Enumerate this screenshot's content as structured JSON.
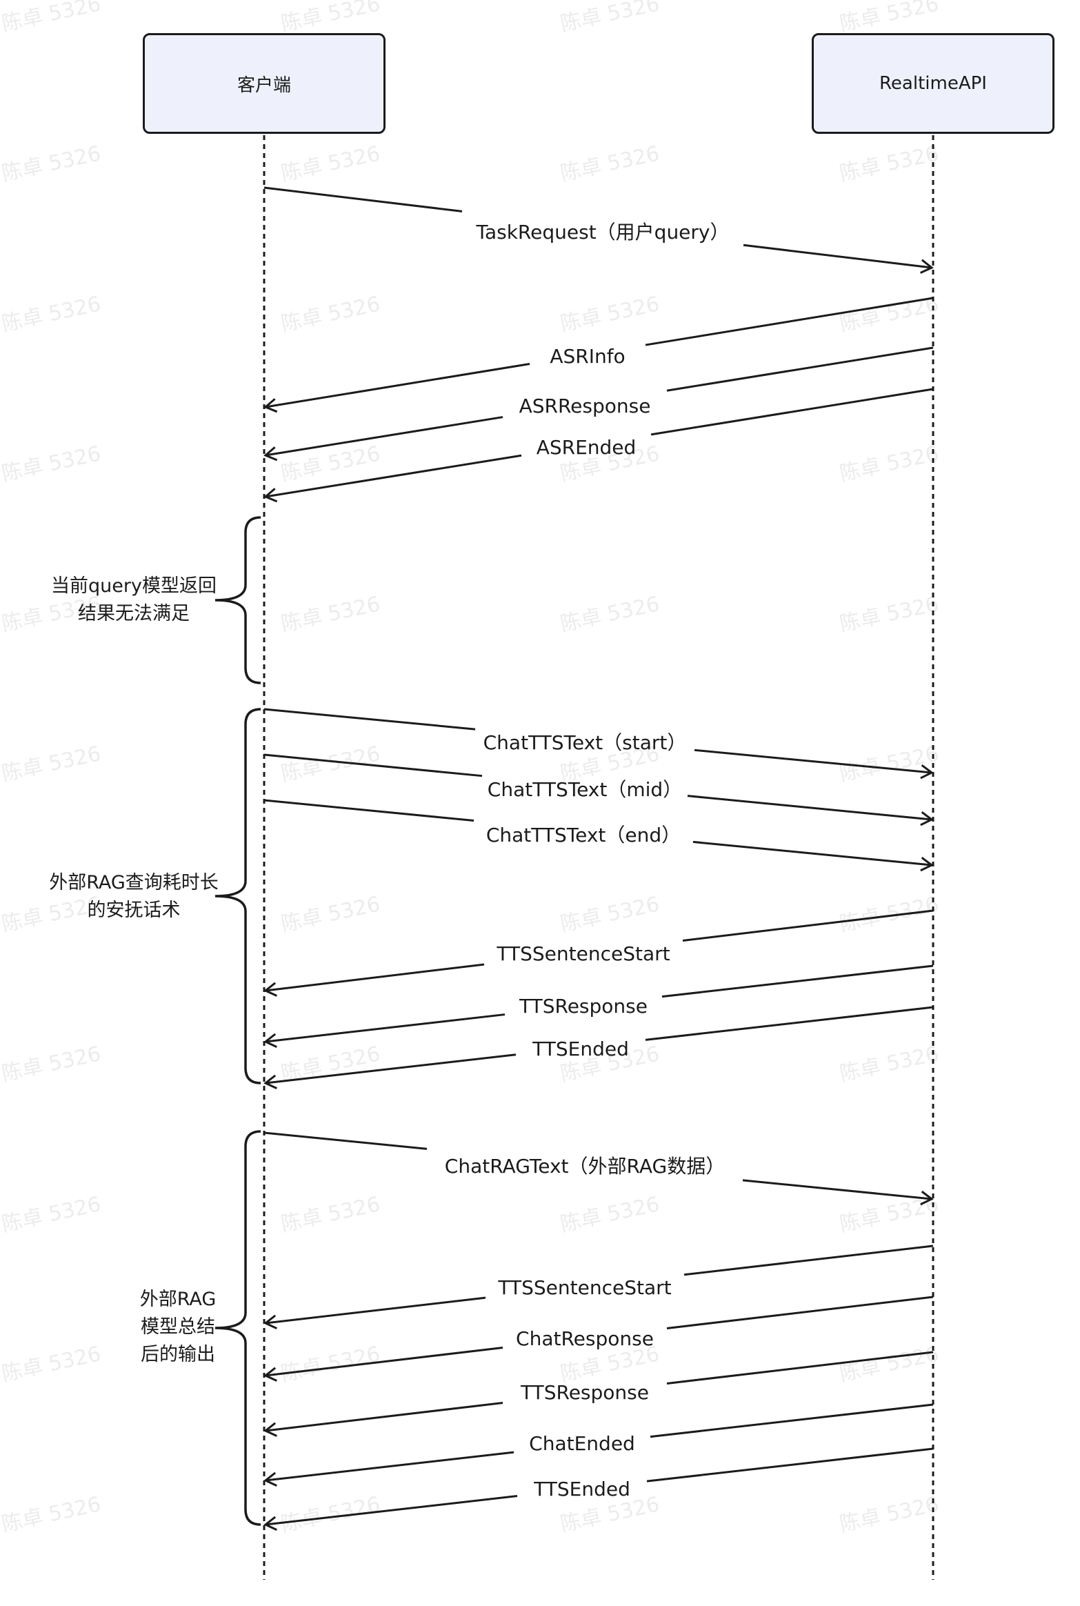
{
  "participants": {
    "client": "客户端",
    "api": "RealtimeAPI"
  },
  "messages": [
    {
      "label": "TaskRequest（用户query）",
      "from": "client",
      "to": "api"
    },
    {
      "label": "ASRInfo",
      "from": "api",
      "to": "client"
    },
    {
      "label": "ASRResponse",
      "from": "api",
      "to": "client"
    },
    {
      "label": "ASREnded",
      "from": "api",
      "to": "client"
    },
    {
      "label": "ChatTTSText（start）",
      "from": "client",
      "to": "api"
    },
    {
      "label": "ChatTTSText（mid）",
      "from": "client",
      "to": "api"
    },
    {
      "label": "ChatTTSText（end）",
      "from": "client",
      "to": "api"
    },
    {
      "label": "TTSSentenceStart",
      "from": "api",
      "to": "client"
    },
    {
      "label": "TTSResponse",
      "from": "api",
      "to": "client"
    },
    {
      "label": "TTSEnded",
      "from": "api",
      "to": "client"
    },
    {
      "label": "ChatRAGText（外部RAG数据）",
      "from": "client",
      "to": "api"
    },
    {
      "label": "TTSSentenceStart",
      "from": "api",
      "to": "client"
    },
    {
      "label": "ChatResponse",
      "from": "api",
      "to": "client"
    },
    {
      "label": "TTSResponse",
      "from": "api",
      "to": "client"
    },
    {
      "label": "ChatEnded",
      "from": "api",
      "to": "client"
    },
    {
      "label": "TTSEnded",
      "from": "api",
      "to": "client"
    }
  ],
  "notes": [
    {
      "lines": [
        "当前query模型返回",
        "结果无法满足"
      ]
    },
    {
      "lines": [
        "外部RAG查询耗时长",
        "的安抚话术"
      ]
    },
    {
      "lines": [
        "外部RAG",
        "模型总结",
        "后的输出"
      ]
    }
  ],
  "watermark": "陈卓 5326",
  "colors": {
    "line": "#1b1b1b",
    "participant_fill": "#eef1fb",
    "watermark": "#ececec"
  }
}
